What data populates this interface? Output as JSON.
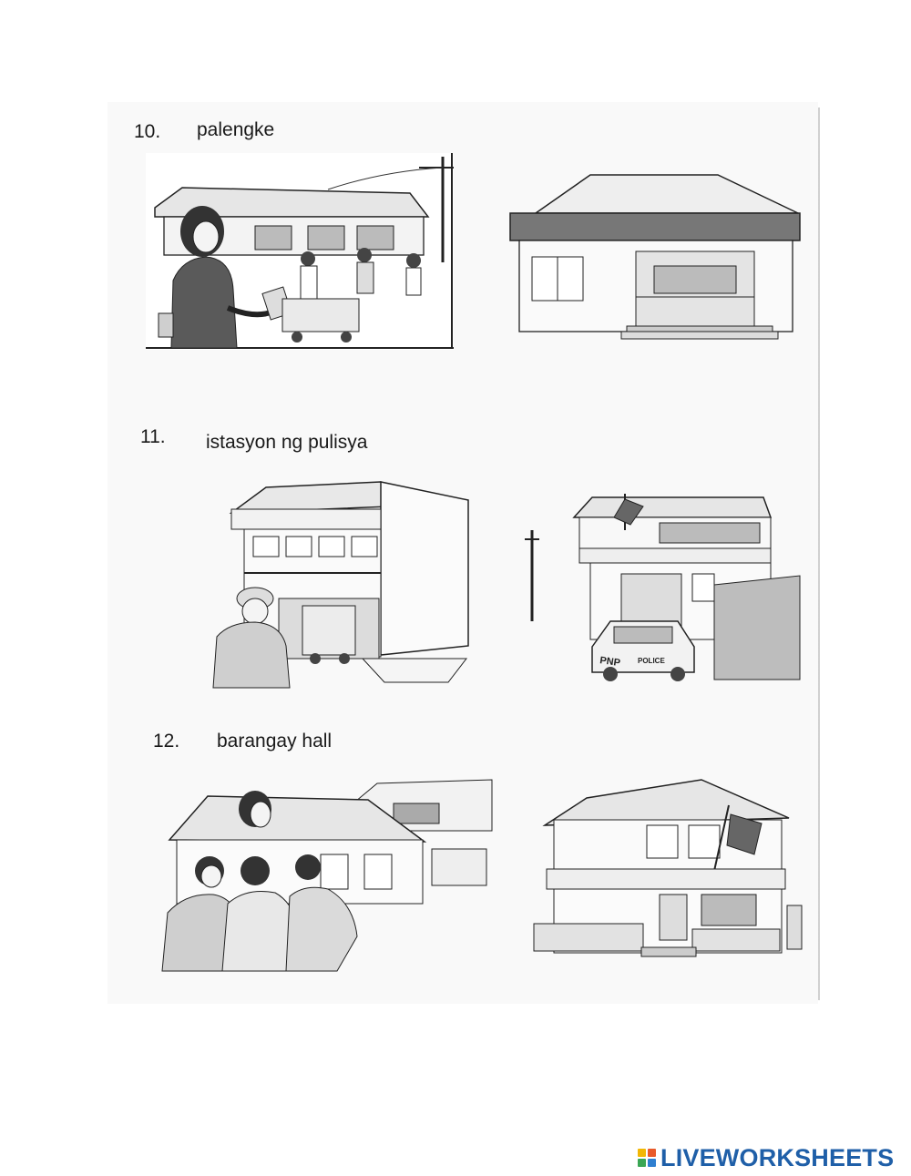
{
  "items": [
    {
      "number": "10.",
      "label": "palengke"
    },
    {
      "number": "11.",
      "label": "istasyon ng pulisya"
    },
    {
      "number": "12.",
      "label": "barangay hall"
    }
  ],
  "signs": {
    "car_plate": "PNP",
    "car_side": "POLICE"
  },
  "footer": {
    "brand": "LIVEWORKSHEETS",
    "colors": [
      "#f2b705",
      "#e85a2a",
      "#3aa655",
      "#2f7fd0"
    ]
  }
}
